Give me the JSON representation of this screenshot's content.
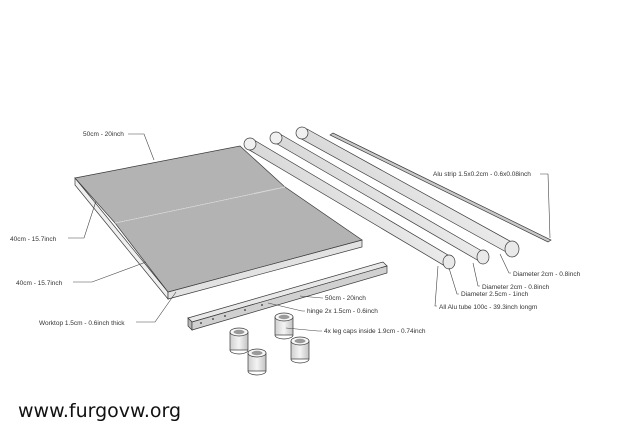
{
  "labels": {
    "top_width": "50cm - 20inch",
    "left_depth_upper": "40cm - 15.7inch",
    "left_depth_lower": "40cm - 15.7inch",
    "worktop": "Worktop 1.5cm - 0.6inch thick",
    "hinge_length": "50cm - 20inch",
    "hinge": "hinge 2x 1.5cm - 0.6inch",
    "leg_caps": "4x leg caps inside 1.9cm - 0.74inch",
    "alu_strip": "Alu strip 1.5x0.2cm - 0.6x0.08inch",
    "diameter_1": "Diameter 2cm - 0.8inch",
    "diameter_2": "Diameter 2cm - 0.8inch",
    "diameter_3": "Diameter 2.5cm - 1inch",
    "alu_tube": "All Alu tube 100c - 39.3inch longm"
  },
  "watermark": "www.furgovw.org",
  "colors": {
    "worktop_top": "#b3b3b3",
    "worktop_edge": "#e6e6e6",
    "tube_light": "#f2f2f2",
    "tube_dark": "#bdbdbd",
    "hinge": "#d0d0d0"
  }
}
